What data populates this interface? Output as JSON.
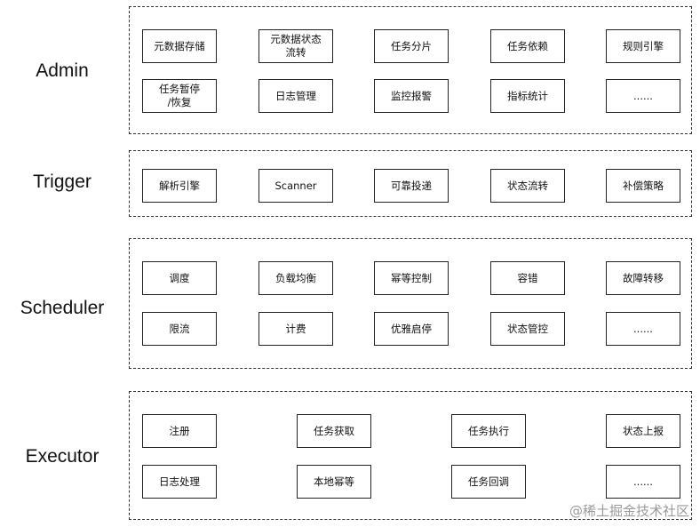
{
  "layers": [
    {
      "key": "admin",
      "label": "Admin",
      "rows": [
        [
          "元数据存储",
          "元数据状态\n流转",
          "任务分片",
          "任务依赖",
          "规则引擎"
        ],
        [
          "任务暂停\n/恢复",
          "日志管理",
          "监控报警",
          "指标统计",
          "......"
        ]
      ]
    },
    {
      "key": "trigger",
      "label": "Trigger",
      "rows": [
        [
          "解析引擎",
          "Scanner",
          "可靠投递",
          "状态流转",
          "补偿策略"
        ]
      ]
    },
    {
      "key": "scheduler",
      "label": "Scheduler",
      "rows": [
        [
          "调度",
          "负载均衡",
          "幂等控制",
          "容错",
          "故障转移"
        ],
        [
          "限流",
          "计费",
          "优雅启停",
          "状态管控",
          "......"
        ]
      ]
    },
    {
      "key": "executor",
      "label": "Executor",
      "rows": [
        [
          "注册",
          "任务获取",
          "任务执行",
          "状态上报"
        ],
        [
          "日志处理",
          "本地幂等",
          "任务回调",
          "......"
        ]
      ]
    }
  ],
  "watermark": "@稀土掘金技术社区"
}
